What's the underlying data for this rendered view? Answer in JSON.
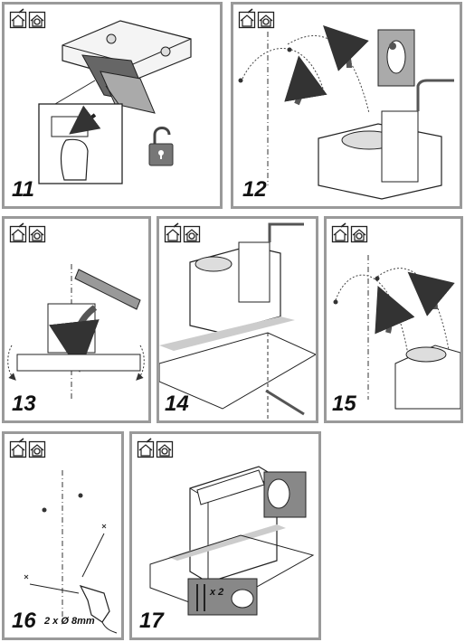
{
  "panels": [
    {
      "step": "11"
    },
    {
      "step": "12"
    },
    {
      "step": "13"
    },
    {
      "step": "14"
    },
    {
      "step": "15"
    },
    {
      "step": "16",
      "note": "2 x Ø 8mm"
    },
    {
      "step": "17",
      "note": "x 2"
    }
  ],
  "colors": {
    "frame": "#9a9a9a",
    "line": "#222222",
    "shade": "#cccccc",
    "dark": "#555555"
  }
}
